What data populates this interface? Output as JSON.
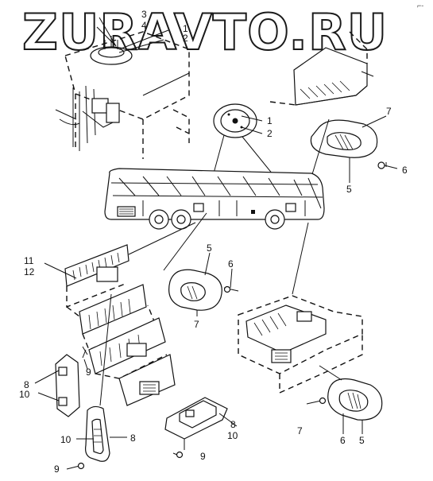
{
  "watermark": "ZURAVTO.RU",
  "corner_mark": "⌐-",
  "callouts": {
    "top_left": [
      "3",
      "4",
      "1",
      "2"
    ],
    "top_center": [
      "1",
      "2"
    ],
    "right_lamp": [
      "7",
      "6",
      "5"
    ],
    "left_bracket": [
      "11",
      "12"
    ],
    "center_lamp": [
      "5",
      "6",
      "7"
    ],
    "lower_left_lamp": [
      "8",
      "10",
      "9"
    ],
    "bottom_left_lamp": [
      "10",
      "8",
      "9"
    ],
    "bottom_center_lamp": [
      "8",
      "10",
      "9"
    ],
    "bottom_right_lamp": [
      "7",
      "6",
      "5"
    ]
  }
}
